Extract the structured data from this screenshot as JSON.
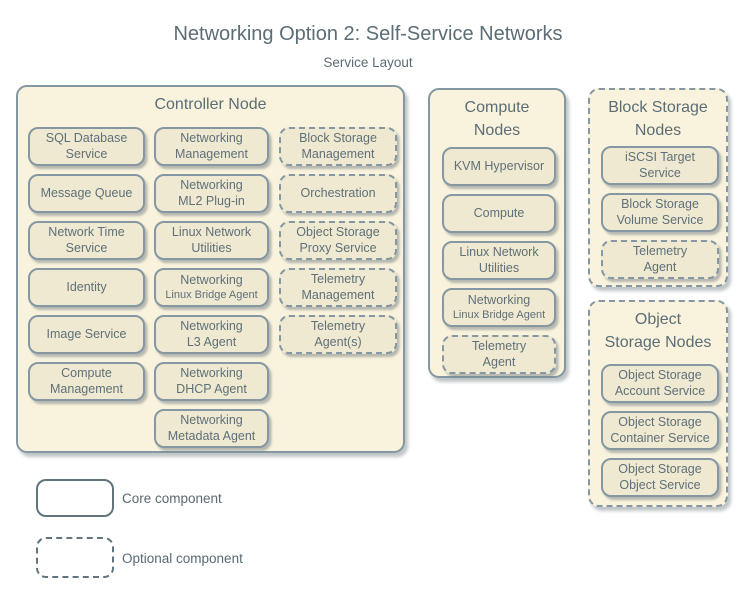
{
  "header": {
    "title": "Networking Option 2: Self-Service Networks",
    "subtitle": "Service Layout"
  },
  "colors": {
    "node_fill": "#f9f3dd",
    "service_fill": "#f0e9d1",
    "border": "#8497a2",
    "text": "#5e7079",
    "background": "#ffffff"
  },
  "controller": {
    "title": "Controller Node",
    "col1": [
      {
        "label": "SQL Database\nService",
        "optional": false
      },
      {
        "label": "Message Queue",
        "optional": false
      },
      {
        "label": "Network Time\nService",
        "optional": false
      },
      {
        "label": "Identity",
        "optional": false
      },
      {
        "label": "Image Service",
        "optional": false
      },
      {
        "label": "Compute\nManagement",
        "optional": false
      }
    ],
    "col2": [
      {
        "label": "Networking\nManagement",
        "optional": false
      },
      {
        "label": "Networking\nML2 Plug-in",
        "optional": false
      },
      {
        "label": "Linux Network\nUtilities",
        "optional": false
      },
      {
        "label": "Networking",
        "sublabel": "Linux Bridge Agent",
        "optional": false
      },
      {
        "label": "Networking\nL3 Agent",
        "optional": false
      },
      {
        "label": "Networking\nDHCP Agent",
        "optional": false
      },
      {
        "label": "Networking\nMetadata Agent",
        "optional": false
      }
    ],
    "col3": [
      {
        "label": "Block Storage\nManagement",
        "optional": true
      },
      {
        "label": "Orchestration",
        "optional": true
      },
      {
        "label": "Object Storage\nProxy Service",
        "optional": true
      },
      {
        "label": "Telemetry\nManagement",
        "optional": true
      },
      {
        "label": "Telemetry\nAgent(s)",
        "optional": true
      }
    ]
  },
  "compute": {
    "title": "Compute\nNodes",
    "items": [
      {
        "label": "KVM Hypervisor",
        "optional": false
      },
      {
        "label": "Compute",
        "optional": false
      },
      {
        "label": "Linux Network\nUtilities",
        "optional": false
      },
      {
        "label": "Networking",
        "sublabel": "Linux Bridge Agent",
        "optional": false
      },
      {
        "label": "Telemetry\nAgent",
        "optional": true
      }
    ]
  },
  "block_storage": {
    "title": "Block Storage\nNodes",
    "optional": true,
    "items": [
      {
        "label": "iSCSI Target\nService",
        "optional": false
      },
      {
        "label": "Block Storage\nVolume Service",
        "optional": false
      },
      {
        "label": "Telemetry\nAgent",
        "optional": true
      }
    ]
  },
  "object_storage": {
    "title": "Object\nStorage Nodes",
    "optional": true,
    "items": [
      {
        "label": "Object Storage\nAccount Service",
        "optional": false
      },
      {
        "label": "Object Storage\nContainer Service",
        "optional": false
      },
      {
        "label": "Object Storage\nObject Service",
        "optional": false
      }
    ]
  },
  "legend": {
    "core_label": "Core component",
    "optional_label": "Optional component"
  }
}
